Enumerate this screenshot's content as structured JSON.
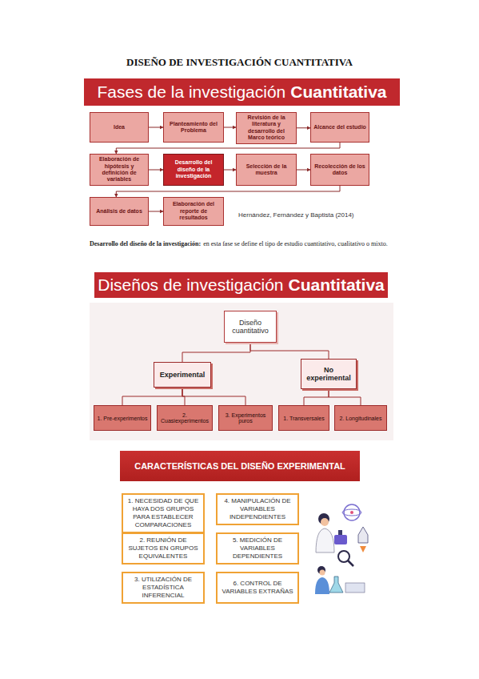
{
  "diagram": {
    "title": "DISEÑO DE INVESTIGACIÓN CUANTITATIVA",
    "nodes": [
      {
        "text": [
          "Fases de la investigación",
          "Cuantitativa"
        ]
      },
      {
        "text": [
          "Idea"
        ]
      },
      {
        "text": [
          "Planteamiento del Problema"
        ]
      },
      {
        "text": [
          "Revisión de la literatura y desarrollo del Marco teórico"
        ]
      },
      {
        "text": [
          "Alcance del estudio"
        ]
      },
      {
        "text": [
          "Elaboración de hipótesis y definición de variables"
        ]
      },
      {
        "text": [
          "Desarrollo del diseño de la investigación"
        ]
      },
      {
        "text": [
          "Selección de la muestra"
        ]
      },
      {
        "text": [
          "Recolección de los datos"
        ]
      },
      {
        "text": [
          "Análisis de datos"
        ]
      },
      {
        "text": [
          "Elaboración del reporte de resultados"
        ]
      },
      {
        "text": [
          "Diseños de investigación",
          "Cuantitativa"
        ]
      },
      {
        "text": [
          "Diseño cuantitativo"
        ]
      },
      {
        "text": [
          "Experimental"
        ]
      },
      {
        "text": [
          "No experimental"
        ]
      },
      {
        "text": [
          "1. Pre-experimentos"
        ]
      },
      {
        "text": [
          "2. Cuasiexperimentos"
        ]
      },
      {
        "text": [
          "3. Experimentos puros"
        ]
      },
      {
        "text": [
          "1. Transversales"
        ]
      },
      {
        "text": [
          "2. Longitudinales"
        ]
      },
      {
        "text": [
          "CARACTERÍSTICAS DEL DISEÑO EXPERIMENTAL"
        ]
      },
      {
        "text": [
          "1. NECESIDAD DE QUE HAYA DOS GRUPOS PARA ESTABLECER COMPARACIONES"
        ]
      },
      {
        "text": [
          "2. REUNIÓN DE SUJETOS EN GRUPOS EQUIVALENTES"
        ]
      },
      {
        "text": [
          "3. UTILIZACIÓN DE ESTADÍSTICA INFERENCIAL"
        ]
      },
      {
        "text": [
          "4. MANIPULACIÓN DE VARIABLES INDEPENDIENTES"
        ]
      },
      {
        "text": [
          "5. MEDICIÓN DE VARIABLES DEPENDIENTES"
        ]
      },
      {
        "text": [
          "6. CONTROL DE VARIABLES EXTRAÑAS"
        ]
      }
    ],
    "edges": [
      {
        "from": 1,
        "to": 2,
        "arrow": "to"
      },
      {
        "from": 2,
        "to": 3,
        "arrow": "to"
      },
      {
        "from": 3,
        "to": 4,
        "arrow": "to"
      },
      {
        "from": 4,
        "to": 5,
        "arrow": "to"
      },
      {
        "from": 5,
        "to": 6,
        "arrow": "to"
      },
      {
        "from": 6,
        "to": 7,
        "arrow": "to"
      },
      {
        "from": 7,
        "to": 8,
        "arrow": "to"
      },
      {
        "from": 8,
        "to": 9,
        "arrow": "to"
      },
      {
        "from": 9,
        "to": 10,
        "arrow": "to"
      },
      {
        "from": 12,
        "to": 13,
        "arrow": "none"
      },
      {
        "from": 12,
        "to": 14,
        "arrow": "none"
      },
      {
        "from": 13,
        "to": 15,
        "arrow": "none"
      },
      {
        "from": 13,
        "to": 16,
        "arrow": "none"
      },
      {
        "from": 13,
        "to": 17,
        "arrow": "none"
      },
      {
        "from": 14,
        "to": 18,
        "arrow": "none"
      },
      {
        "from": 14,
        "to": 19,
        "arrow": "none"
      }
    ],
    "labels": [
      "Hernández, Fernández y Baptista (2014)",
      "Desarrollo del diseño de la investigación:",
      "en esta fase se define el tipo de estudio cuantitativo, cualitativo o mixto."
    ]
  }
}
